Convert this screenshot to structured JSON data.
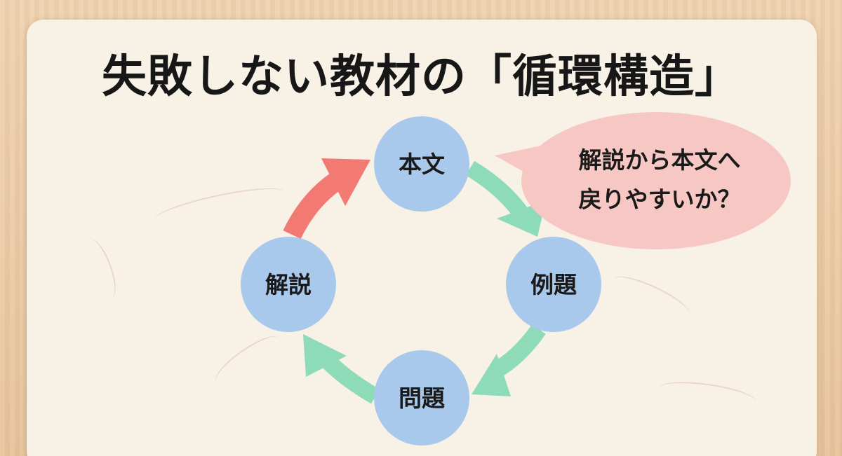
{
  "title": "失敗しない教材の「循環構造」",
  "nodes": [
    {
      "id": "honbun",
      "label": "本文"
    },
    {
      "id": "reidai",
      "label": "例題"
    },
    {
      "id": "mondai",
      "label": "問題"
    },
    {
      "id": "kaisetsu",
      "label": "解説"
    }
  ],
  "bubble": {
    "line1": "解説から本文へ",
    "line2": "戻りやすいか？"
  },
  "colors": {
    "node_fill": "#a9c9ec",
    "arrow_green": "#8ddbb8",
    "arrow_red": "#f27a72",
    "bubble_fill": "#f7c8c3",
    "card": "#f8f1e6",
    "wood": "#e9c9a3"
  }
}
